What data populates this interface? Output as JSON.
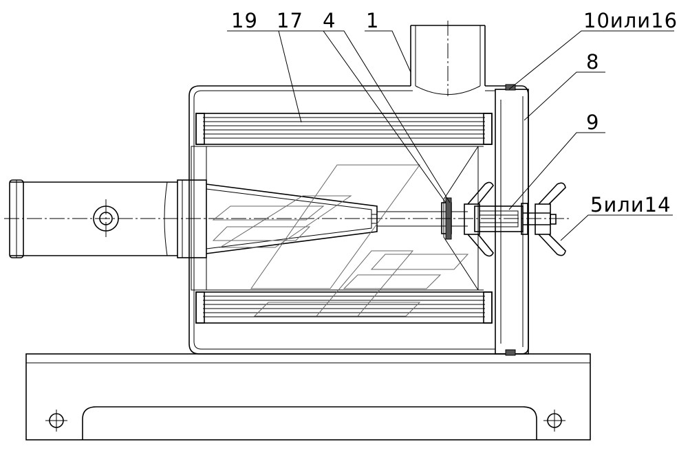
{
  "diagram": {
    "callouts": [
      {
        "id": "c19",
        "text": "19"
      },
      {
        "id": "c17",
        "text": "17"
      },
      {
        "id": "c4",
        "text": "4"
      },
      {
        "id": "c1",
        "text": "1"
      },
      {
        "id": "c10",
        "text": "10или16"
      },
      {
        "id": "c8",
        "text": "8"
      },
      {
        "id": "c9",
        "text": "9"
      },
      {
        "id": "c5",
        "text": "5или14"
      }
    ]
  }
}
